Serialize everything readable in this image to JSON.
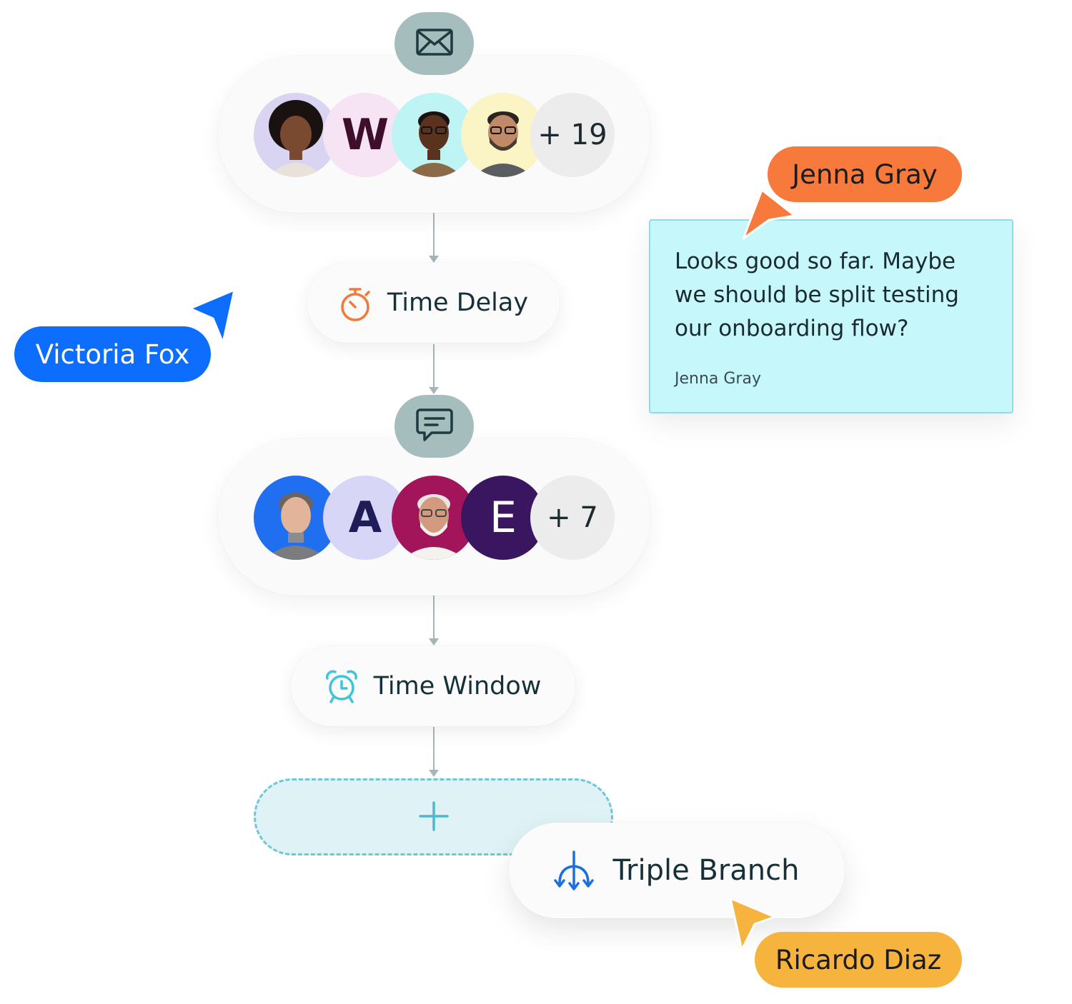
{
  "flow": {
    "email_step": {
      "channel_icon": "envelope-icon",
      "avatars": [
        {
          "type": "photo",
          "bg": "#d8d4f2"
        },
        {
          "type": "letter",
          "letter": "W",
          "bg": "#f6e3f3",
          "color": "#3e0e2c"
        },
        {
          "type": "photo",
          "bg": "#bff4f4"
        },
        {
          "type": "photo",
          "bg": "#fbf4c4"
        }
      ],
      "more_count": "+ 19"
    },
    "time_delay": {
      "label": "Time Delay",
      "icon": "stopwatch-icon",
      "icon_color": "#f07a3a"
    },
    "sms_step": {
      "channel_icon": "chat-bubble-icon",
      "avatars": [
        {
          "type": "photo",
          "bg": "#1f6ff0"
        },
        {
          "type": "letter",
          "letter": "A",
          "bg": "#d7d6f7",
          "color": "#1f1c5a"
        },
        {
          "type": "photo",
          "bg": "#a3155a"
        },
        {
          "type": "letter",
          "letter": "E",
          "bg": "#3a1660",
          "color": "#ffffff"
        }
      ],
      "more_count": "+ 7"
    },
    "time_window": {
      "label": "Time Window",
      "icon": "alarm-clock-icon",
      "icon_color": "#3fc4db"
    },
    "add_step": {
      "icon": "plus-icon",
      "color": "#4fb8cf"
    },
    "triple_branch": {
      "label": "Triple Branch",
      "icon": "split-arrows-icon",
      "icon_color": "#1d6fe0"
    }
  },
  "collaborators": [
    {
      "name": "Victoria Fox",
      "color": "#0d6efd",
      "text_color": "#ffffff"
    },
    {
      "name": "Jenna Gray",
      "color": "#f77a3c",
      "text_color": "#1c1c1c"
    },
    {
      "name": "Ricardo Diaz",
      "color": "#f6b33e",
      "text_color": "#1c1c1c"
    }
  ],
  "comment": {
    "text": "Looks good so far. Maybe we should be split testing our onboarding flow?",
    "author": "Jenna Gray"
  }
}
